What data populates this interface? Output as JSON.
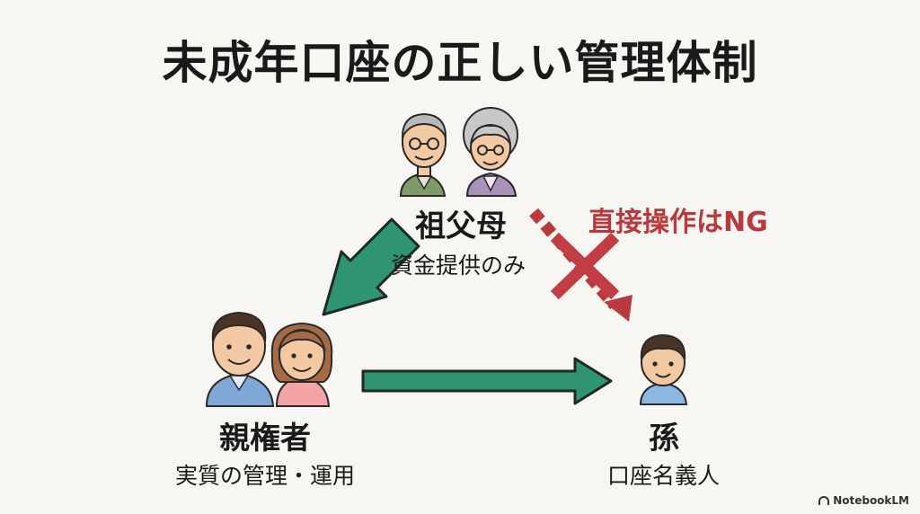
{
  "title": "未成年口座の正しい管理体制",
  "nodes": {
    "grandparents": {
      "label": "祖父母",
      "description": "資金提供のみ"
    },
    "parents": {
      "label": "親権者",
      "description": "実質の管理・運用"
    },
    "grandchild": {
      "label": "孫",
      "description": "口座名義人"
    }
  },
  "prohibited_label": "直接操作はNG",
  "brand": "NotebookLM",
  "colors": {
    "arrow": "#2e9474",
    "prohibited": "#b83a3f",
    "text": "#1a1a1a"
  },
  "icons": {
    "grandparents": "elderly-couple-icon",
    "parents": "parent-couple-icon",
    "grandchild": "child-icon"
  }
}
